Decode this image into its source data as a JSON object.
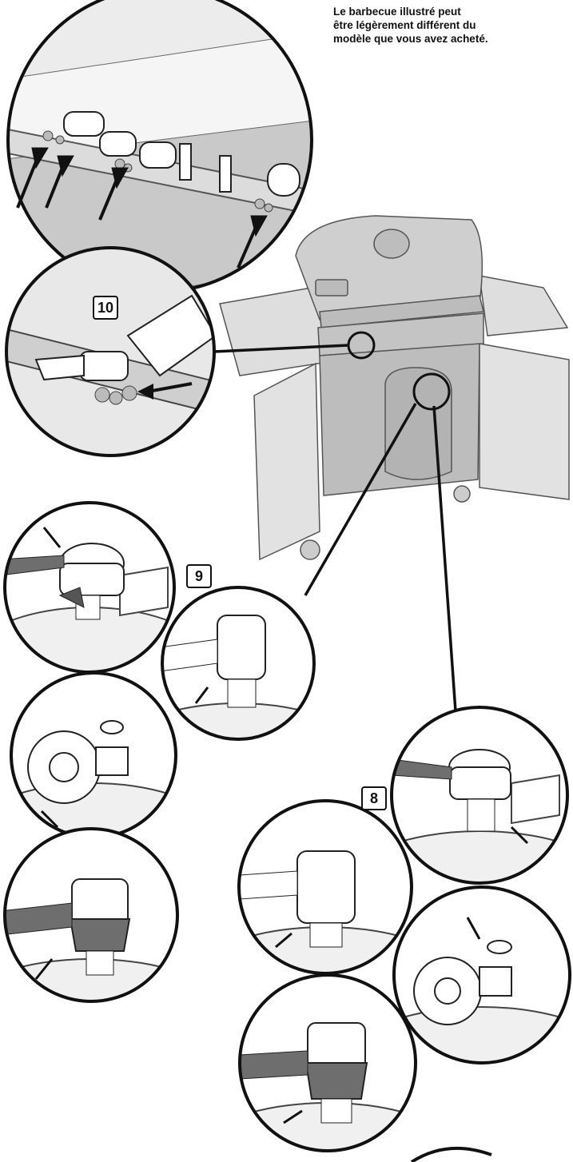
{
  "disclaimer": {
    "line1": "Le barbecue illustré peut",
    "line2": "être légèrement différent du",
    "line3": "modèle que vous avez acheté."
  },
  "steps": {
    "step10": "10",
    "step9": "9",
    "step8": "8"
  },
  "colors": {
    "line": "#111111",
    "grill_gray": "#bfbfbf",
    "grill_light": "#d9d9d9",
    "tank_gray": "#9a9a9a",
    "shade_dark": "#6e6e6e"
  }
}
